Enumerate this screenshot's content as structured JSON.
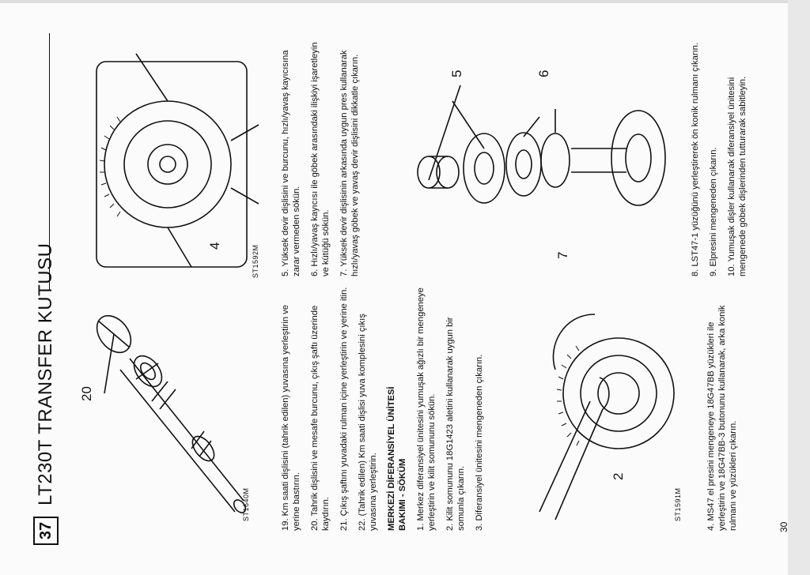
{
  "header": {
    "page_number": "37",
    "title": "LT230T TRANSFER KUTUSU"
  },
  "figures": {
    "fig1": {
      "code": "ST1640M",
      "callout": "20"
    },
    "fig2": {
      "code": "ST1591M",
      "callout": "2"
    },
    "fig3": {
      "code": "ST1592M",
      "callout": "4"
    },
    "fig4": {
      "callouts": [
        "5",
        "6",
        "7"
      ]
    }
  },
  "col_left": {
    "p19": "19. Km saati dişlisini (tahrik edilen) yuvasına yerleştirin ve yerine bastırın.",
    "p20": "20. Tahrik dişlisini ve mesafe burcunu, çıkış şaftı üzerinde kaydırın.",
    "p21": "21. Çıkış şaftını yuvadaki rulman içine yerleştirin ve yerine itin.",
    "p22": "22. (Tahrik edilen) Km saati dişlisi yuva komplesini çıkış yuvasına yerleştirin.",
    "section_line1": "MERKEZİ DİFERANSİYEL ÜNİTESİ",
    "section_line2": "BAKIMI - SÖKÜM",
    "s1": "1. Merkez diferansiyel ünitesini yumuşak ağızlı bir mengeneye yerleştirin ve kilit somununu sökün.",
    "s2": "2. Kilit somununu 18G1423 aletini kullanarak uygun bir somunla çıkarın.",
    "s3": "3. Diferansiyel ünitesini mengeneden çıkarın.",
    "s4": "4. MS47 el presini mengeneye 18G47BB yüzükleri ile yerleştirin ve 18G47BB-3 butonunu kullanarak, arka konik rulmanı ve yüzükleri çıkarın."
  },
  "col_right": {
    "s5": "5. Yüksek devir dişlisini ve burcunu, hızlı/yavaş kayıcısına zarar vermeden sökün.",
    "s6": "6. Hızlı/yavaş kayıcısı ile göbek arasındaki ilişkiyi işaretleyin ve kütüğü sökün.",
    "s7": "7. Yüksek devir dişlisinin arkasında uygun pres kullanarak hızlı/yavaş göbek ve yavaş devir dişlisini dikkatle çıkarın.",
    "s8": "8. LST47-1 yüzüğünü yerleştirerek ön konik rulmanı çıkarın.",
    "s9": "9. Elpresini mengeneden çıkarın.",
    "s10": "10. Yumuşak dişler kullanarak diferansiyel ünitesini mengenede göbek dişlerinden tutturarak sabitleyin."
  },
  "footer": {
    "page_no": "30"
  }
}
